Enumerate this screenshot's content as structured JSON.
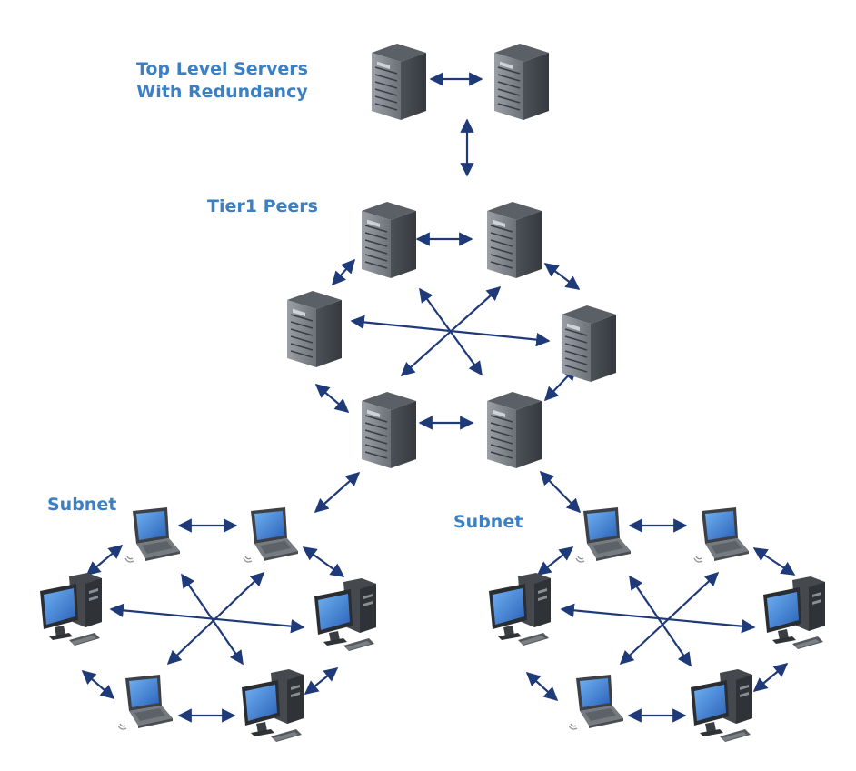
{
  "labels": {
    "top_level_line1": "Top Level Servers",
    "top_level_line2": "With Redundancy",
    "tier1": "Tier1 Peers",
    "subnet_left": "Subnet",
    "subnet_right": "Subnet"
  },
  "colors": {
    "label_text": "#3b7fc4",
    "arrow": "#1f3a78",
    "server_dark": "#555a60",
    "server_light": "#8a8f95",
    "screen": "#3f7fd0"
  },
  "icons": {
    "server": "server-tower-icon",
    "laptop": "laptop-icon",
    "desktop": "desktop-computer-icon",
    "arrow": "bidirectional-arrow"
  }
}
